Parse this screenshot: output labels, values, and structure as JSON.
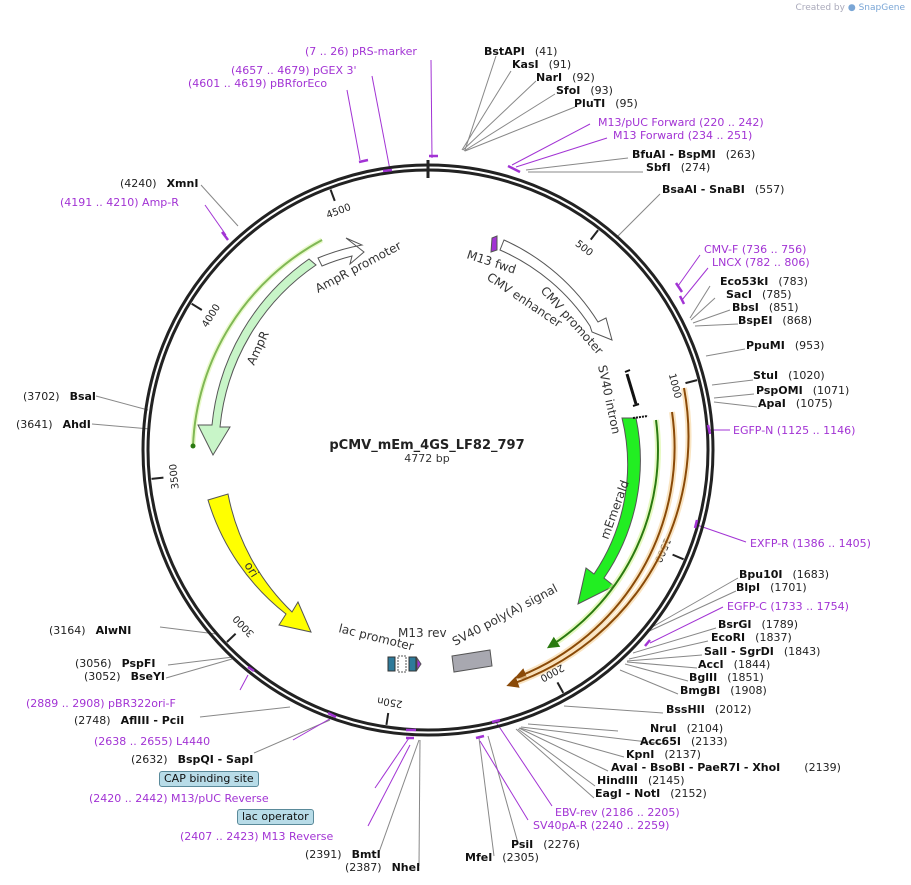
{
  "header": {
    "credit_prefix": "Created by",
    "credit_brand": "SnapGene"
  },
  "map": {
    "name": "pCMV_mEm_4GS_LF82_797",
    "length_label": "4772 bp",
    "length": 4772,
    "ticks": [
      "500",
      "1000",
      "1500",
      "2000",
      "250n",
      "3000",
      "3500",
      "4000",
      "4500"
    ],
    "tick_positions": [
      500,
      1000,
      1500,
      2000,
      2500,
      3000,
      3500,
      4000,
      4500
    ]
  },
  "enzymes": [
    {
      "n": "BstAPI",
      "p": "(41)"
    },
    {
      "n": "KasI",
      "p": "(91)"
    },
    {
      "n": "NarI",
      "p": "(92)"
    },
    {
      "n": "SfoI",
      "p": "(93)"
    },
    {
      "n": "PluTI",
      "p": "(95)"
    },
    {
      "n": "BfuAI  -  BspMI",
      "p": "(263)"
    },
    {
      "n": "SbfI",
      "p": "(274)"
    },
    {
      "n": "BsaAI  -  SnaBI",
      "p": "(557)"
    },
    {
      "n": "Eco53kI",
      "p": "(783)"
    },
    {
      "n": "SacI",
      "p": "(785)"
    },
    {
      "n": "BbsI",
      "p": "(851)"
    },
    {
      "n": "BspEI",
      "p": "(868)"
    },
    {
      "n": "PpuMI",
      "p": "(953)"
    },
    {
      "n": "StuI",
      "p": "(1020)"
    },
    {
      "n": "PspOMI",
      "p": "(1071)"
    },
    {
      "n": "ApaI",
      "p": "(1075)"
    },
    {
      "n": "Bpu10I",
      "p": "(1683)"
    },
    {
      "n": "BlpI",
      "p": "(1701)"
    },
    {
      "n": "BsrGI",
      "p": "(1789)"
    },
    {
      "n": "EcoRI",
      "p": "(1837)"
    },
    {
      "n": "SalI  -  SgrDI",
      "p": "(1843)"
    },
    {
      "n": "AccI",
      "p": "(1844)"
    },
    {
      "n": "BglII",
      "p": "(1851)"
    },
    {
      "n": "BmgBI",
      "p": "(1908)"
    },
    {
      "n": "BssHII",
      "p": "(2012)"
    },
    {
      "n": "NruI",
      "p": "(2104)"
    },
    {
      "n": "Acc65I",
      "p": "(2133)"
    },
    {
      "n": "KpnI",
      "p": "(2137)"
    },
    {
      "n": "AvaI  -  BsoBI  -  PaeR7I  -  XhoI",
      "p": "(2139)"
    },
    {
      "n": "HindIII",
      "p": "(2145)"
    },
    {
      "n": "EagI  -  NotI",
      "p": "(2152)"
    },
    {
      "n": "PsiI",
      "p": "(2276)"
    },
    {
      "n": "MfeI",
      "p": "(2305)"
    },
    {
      "n": "NheI",
      "p": "(2387)"
    },
    {
      "n": "BmtI",
      "p": "(2391)"
    },
    {
      "n": "BspQI  -  SapI",
      "p": "(2632)"
    },
    {
      "n": "AflIII  -  PciI",
      "p": "(2748)"
    },
    {
      "n": "BseYI",
      "p": "(3052)"
    },
    {
      "n": "PspFI",
      "p": "(3056)"
    },
    {
      "n": "AlwNI",
      "p": "(3164)"
    },
    {
      "n": "AhdI",
      "p": "(3641)"
    },
    {
      "n": "BsaI",
      "p": "(3702)"
    },
    {
      "n": "XmnI",
      "p": "(4240)"
    }
  ],
  "primers": [
    {
      "t": "(7 .. 26)  pRS-marker"
    },
    {
      "t": "(4657 .. 4679)  pGEX 3'"
    },
    {
      "t": "(4601 .. 4619)  pBRforEco"
    },
    {
      "t": "M13/pUC Forward    (220 .. 242)"
    },
    {
      "t": "M13 Forward    (234 .. 251)"
    },
    {
      "t": "(4191 .. 4210)  Amp-R"
    },
    {
      "t": "CMV-F    (736 .. 756)"
    },
    {
      "t": "LNCX    (782 .. 806)"
    },
    {
      "t": "EGFP-N    (1125 .. 1146)"
    },
    {
      "t": "EXFP-R    (1386 .. 1405)"
    },
    {
      "t": "EGFP-C    (1733 .. 1754)"
    },
    {
      "t": "(2889 .. 2908)  pBR322ori-F"
    },
    {
      "t": "(2638 .. 2655)  L4440"
    },
    {
      "t": "(2420 .. 2442)  M13/pUC Reverse"
    },
    {
      "t": "(2407 .. 2423)  M13 Reverse"
    },
    {
      "t": "EBV-rev    (2186 .. 2205)"
    },
    {
      "t": "SV40pA-R    (2240 .. 2259)"
    }
  ],
  "features": {
    "ampr_promoter": "AmpR promoter",
    "ampr": "AmpR",
    "ori": "ori",
    "m13_fwd": "M13 fwd",
    "cmv_enhancer": "CMV enhancer",
    "cmv_promoter": "CMV promoter",
    "sv40_intron": "SV40 intron",
    "memerald": "mEmerald",
    "sv40_polya": "SV40 poly(A) signal",
    "lac_promoter": "lac promoter",
    "m13_rev": "M13 rev",
    "cap_binding": "CAP binding site",
    "lac_operator": "lac operator"
  },
  "colors": {
    "backbone": "#222222",
    "enzyme_line": "#888888",
    "primer": "#a233d4",
    "ampr": "#c8f5c8",
    "ori": "#ffff00",
    "memerald": "#22ee22",
    "polya": "#a8a8b0",
    "orf": "#f0b060",
    "box": "#b8dce8"
  }
}
